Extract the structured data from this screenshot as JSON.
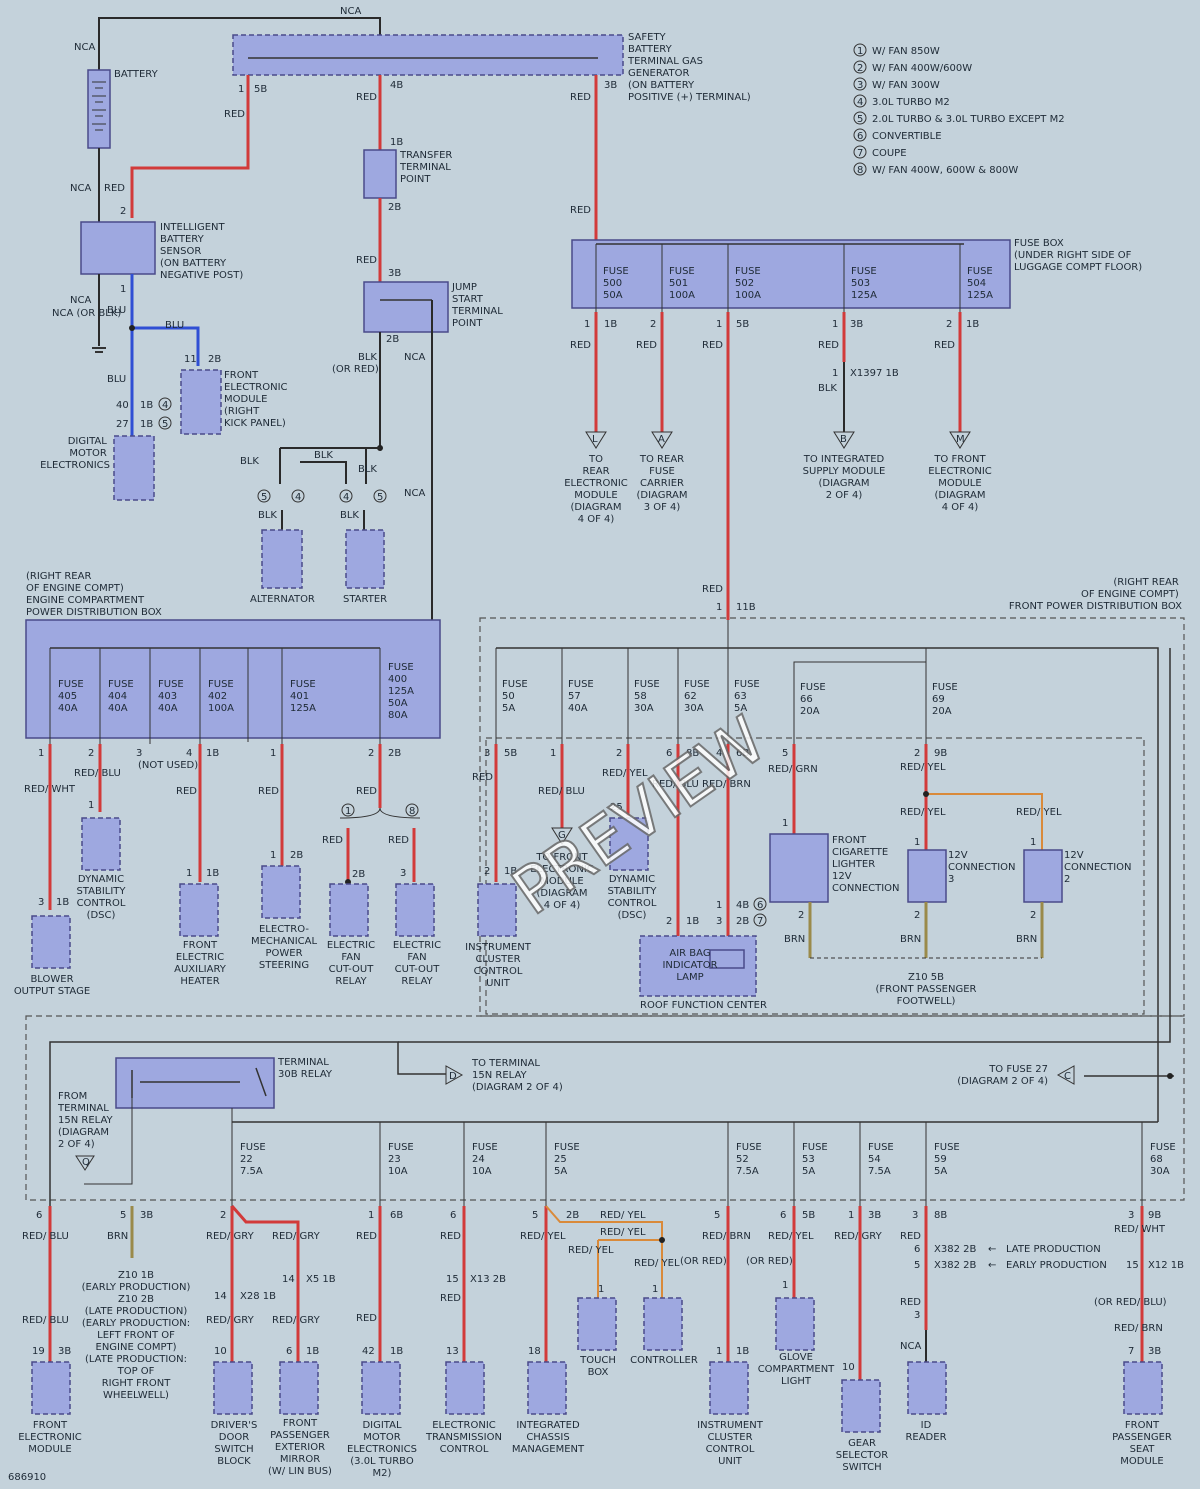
{
  "watermark": "PREVIEW",
  "figure_id": "686910",
  "legend": [
    {
      "num": "1",
      "text": "W/ FAN 850W"
    },
    {
      "num": "2",
      "text": "W/ FAN 400W/600W"
    },
    {
      "num": "3",
      "text": "W/ FAN 300W"
    },
    {
      "num": "4",
      "text": "3.0L TURBO M2"
    },
    {
      "num": "5",
      "text": "2.0L TURBO & 3.0L TURBO EXCEPT M2"
    },
    {
      "num": "6",
      "text": "CONVERTIBLE"
    },
    {
      "num": "7",
      "text": "COUPE"
    },
    {
      "num": "8",
      "text": "W/ FAN 400W, 600W & 800W"
    }
  ],
  "top": {
    "nca": "NCA",
    "battery": "BATTERY",
    "safety_terminal": [
      "SAFETY",
      "BATTERY",
      "TERMINAL GAS",
      "GENERATOR",
      "(ON BATTERY",
      "POSITIVE (+) TERMINAL)"
    ],
    "ibs": [
      "INTELLIGENT",
      "BATTERY",
      "SENSOR",
      "(ON BATTERY",
      "NEGATIVE POST)"
    ],
    "transfer": [
      "TRANSFER",
      "TERMINAL",
      "POINT"
    ],
    "jump": [
      "JUMP",
      "START",
      "TERMINAL",
      "POINT"
    ],
    "fem": [
      "FRONT",
      "ELECTRONIC",
      "MODULE",
      "(RIGHT",
      "KICK PANEL)"
    ],
    "dme": [
      "DIGITAL",
      "MOTOR",
      "ELECTRONICS"
    ],
    "alternator": "ALTERNATOR",
    "starter": "STARTER",
    "fusebox_title": [
      "FUSE BOX",
      "(UNDER RIGHT SIDE OF",
      "LUGGAGE COMPT FLOOR)"
    ],
    "fuses": [
      {
        "name": "FUSE",
        "num": "500",
        "amp": "50A"
      },
      {
        "name": "FUSE",
        "num": "501",
        "amp": "100A"
      },
      {
        "name": "FUSE",
        "num": "502",
        "amp": "100A"
      },
      {
        "name": "FUSE",
        "num": "503",
        "amp": "125A"
      },
      {
        "name": "FUSE",
        "num": "504",
        "amp": "125A"
      }
    ],
    "dests": [
      {
        "letter": "L",
        "text": [
          "TO",
          "REAR",
          "ELECTRONIC",
          "MODULE",
          "(DIAGRAM",
          "4 OF 4)"
        ]
      },
      {
        "letter": "A",
        "text": [
          "TO REAR",
          "FUSE",
          "CARRIER",
          "(DIAGRAM",
          "3 OF 4)"
        ]
      },
      {
        "letter": "B",
        "text": [
          "TO INTEGRATED",
          "SUPPLY MODULE",
          "(DIAGRAM",
          "2 OF 4)"
        ]
      },
      {
        "letter": "M",
        "text": [
          "TO FRONT",
          "ELECTRONIC",
          "MODULE",
          "(DIAGRAM",
          "4 OF 4)"
        ]
      }
    ],
    "x1397": "X1397 1B"
  },
  "wire_labels": {
    "red": "RED",
    "blk": "BLK",
    "blu": "BLU",
    "brn": "BRN",
    "nca": "NCA",
    "red_wht": "RED/ WHT",
    "red_blu": "RED/ BLU",
    "red_yel": "RED/ YEL",
    "red_grn": "RED/ GRN",
    "red_brn": "RED/ BRN",
    "red_gry": "RED/ GRY",
    "blk_or_red": "BLK (OR RED)",
    "nca_or_blk": "NCA (OR BLK)",
    "not_used": "(NOT USED)"
  },
  "middle": {
    "left_pdb_title": [
      "(RIGHT REAR",
      "OF ENGINE COMPT)",
      "ENGINE COMPARTMENT",
      "POWER DISTRIBUTION BOX"
    ],
    "left_fuses": [
      {
        "num": "405",
        "amp": "40A"
      },
      {
        "num": "404",
        "amp": "40A"
      },
      {
        "num": "403",
        "amp": "40A"
      },
      {
        "num": "402",
        "amp": "100A"
      },
      {
        "num": "401",
        "amp": "125A"
      },
      {
        "num": "400",
        "amp": "125A"
      }
    ],
    "fuse400_opts": [
      "50A",
      "80A"
    ],
    "right_pdb_title": [
      "(RIGHT REAR",
      "OF ENGINE COMPT)",
      "FRONT POWER DISTRIBUTION BOX"
    ],
    "right_fuses": [
      {
        "num": "50",
        "amp": "5A"
      },
      {
        "num": "57",
        "amp": "40A"
      },
      {
        "num": "58",
        "amp": "30A"
      },
      {
        "num": "62",
        "amp": "30A"
      },
      {
        "num": "63",
        "amp": "5A"
      },
      {
        "num": "66",
        "amp": "20A"
      },
      {
        "num": "69",
        "amp": "20A"
      }
    ],
    "components": {
      "blower": [
        "BLOWER",
        "OUTPUT STAGE"
      ],
      "dsc": [
        "DYNAMIC",
        "STABILITY",
        "CONTROL",
        "(DSC)"
      ],
      "aux_heater": [
        "FRONT",
        "ELECTRIC",
        "AUXILIARY",
        "HEATER"
      ],
      "emps": [
        "ELECTRO-",
        "MECHANICAL",
        "POWER",
        "STEERING"
      ],
      "fan_relay": [
        "ELECTRIC",
        "FAN",
        "CUT-OUT",
        "RELAY"
      ],
      "icu": [
        "INSTRUMENT",
        "CLUSTER",
        "CONTROL",
        "UNIT"
      ],
      "to_fem_g": [
        "TO FRONT",
        "ELECTRONIC",
        "MODULE",
        "(DIAGRAM",
        "4 OF 4)"
      ],
      "airbag": [
        "AIR BAG",
        "INDICATOR",
        "LAMP"
      ],
      "rfc": "ROOF FUNCTION CENTER",
      "lighter": [
        "FRONT",
        "CIGARETTE",
        "LIGHTER",
        "12V",
        "CONNECTION"
      ],
      "conn12_a": [
        "12V",
        "CONNECTION",
        "3"
      ],
      "conn12_b": [
        "12V",
        "CONNECTION",
        "2"
      ],
      "z10": [
        "Z10 5B",
        "(FRONT PASSENGER",
        "FOOTWELL)"
      ]
    }
  },
  "bottom": {
    "relay30b": [
      "TERMINAL",
      "30B RELAY"
    ],
    "to_15n": [
      "TO TERMINAL",
      "15N RELAY",
      "(DIAGRAM 2 OF 4)"
    ],
    "to_fuse27": [
      "TO FUSE 27",
      "(DIAGRAM 2 OF 4)"
    ],
    "from_15n": [
      "FROM",
      "TERMINAL",
      "15N RELAY",
      "(DIAGRAM",
      "2 OF 4)"
    ],
    "fuses": [
      {
        "num": "22",
        "amp": "7.5A"
      },
      {
        "num": "23",
        "amp": "10A"
      },
      {
        "num": "24",
        "amp": "10A"
      },
      {
        "num": "25",
        "amp": "5A"
      },
      {
        "num": "52",
        "amp": "7.5A"
      },
      {
        "num": "53",
        "amp": "5A"
      },
      {
        "num": "54",
        "amp": "7.5A"
      },
      {
        "num": "59",
        "amp": "5A"
      },
      {
        "num": "68",
        "amp": "30A"
      }
    ],
    "z10_note": [
      "Z10 1B",
      "(EARLY PRODUCTION)",
      "Z10 2B",
      "(LATE PRODUCTION)",
      "(EARLY PRODUCTION:",
      "LEFT FRONT OF",
      "ENGINE COMPT)",
      "(LATE PRODUCTION:",
      "TOP OF",
      "RIGHT FRONT",
      "WHEELWELL)"
    ],
    "x382_late": "X382 2B",
    "x382_early": "X382 2B",
    "late_prod": "LATE PRODUCTION",
    "early_prod": "EARLY PRODUCTION",
    "x28": "X28 1B",
    "x5": "X5 1B",
    "x13": "X13 2B",
    "x12": "X12 1B",
    "or_red": "(OR RED)",
    "or_red_blu": "(OR RED/ BLU)",
    "components": [
      [
        "FRONT",
        "ELECTRONIC",
        "MODULE"
      ],
      [
        "DRIVER'S",
        "DOOR",
        "SWITCH",
        "BLOCK"
      ],
      [
        "FRONT",
        "PASSENGER",
        "EXTERIOR",
        "MIRROR",
        "(W/ LIN BUS)"
      ],
      [
        "DIGITAL",
        "MOTOR",
        "ELECTRONICS",
        "(3.0L TURBO",
        "M2)"
      ],
      [
        "ELECTRONIC",
        "TRANSMISSION",
        "CONTROL"
      ],
      [
        "INTEGRATED",
        "CHASSIS",
        "MANAGEMENT"
      ],
      [
        "TOUCH",
        "BOX"
      ],
      [
        "CONTROLLER"
      ],
      [
        "INSTRUMENT",
        "CLUSTER",
        "CONTROL",
        "UNIT"
      ],
      [
        "GLOVE",
        "COMPARTMENT",
        "LIGHT"
      ],
      [
        "GEAR",
        "SELECTOR",
        "SWITCH"
      ],
      [
        "ID",
        "READER"
      ],
      [
        "FRONT",
        "PASSENGER",
        "SEAT",
        "MODULE"
      ]
    ]
  }
}
